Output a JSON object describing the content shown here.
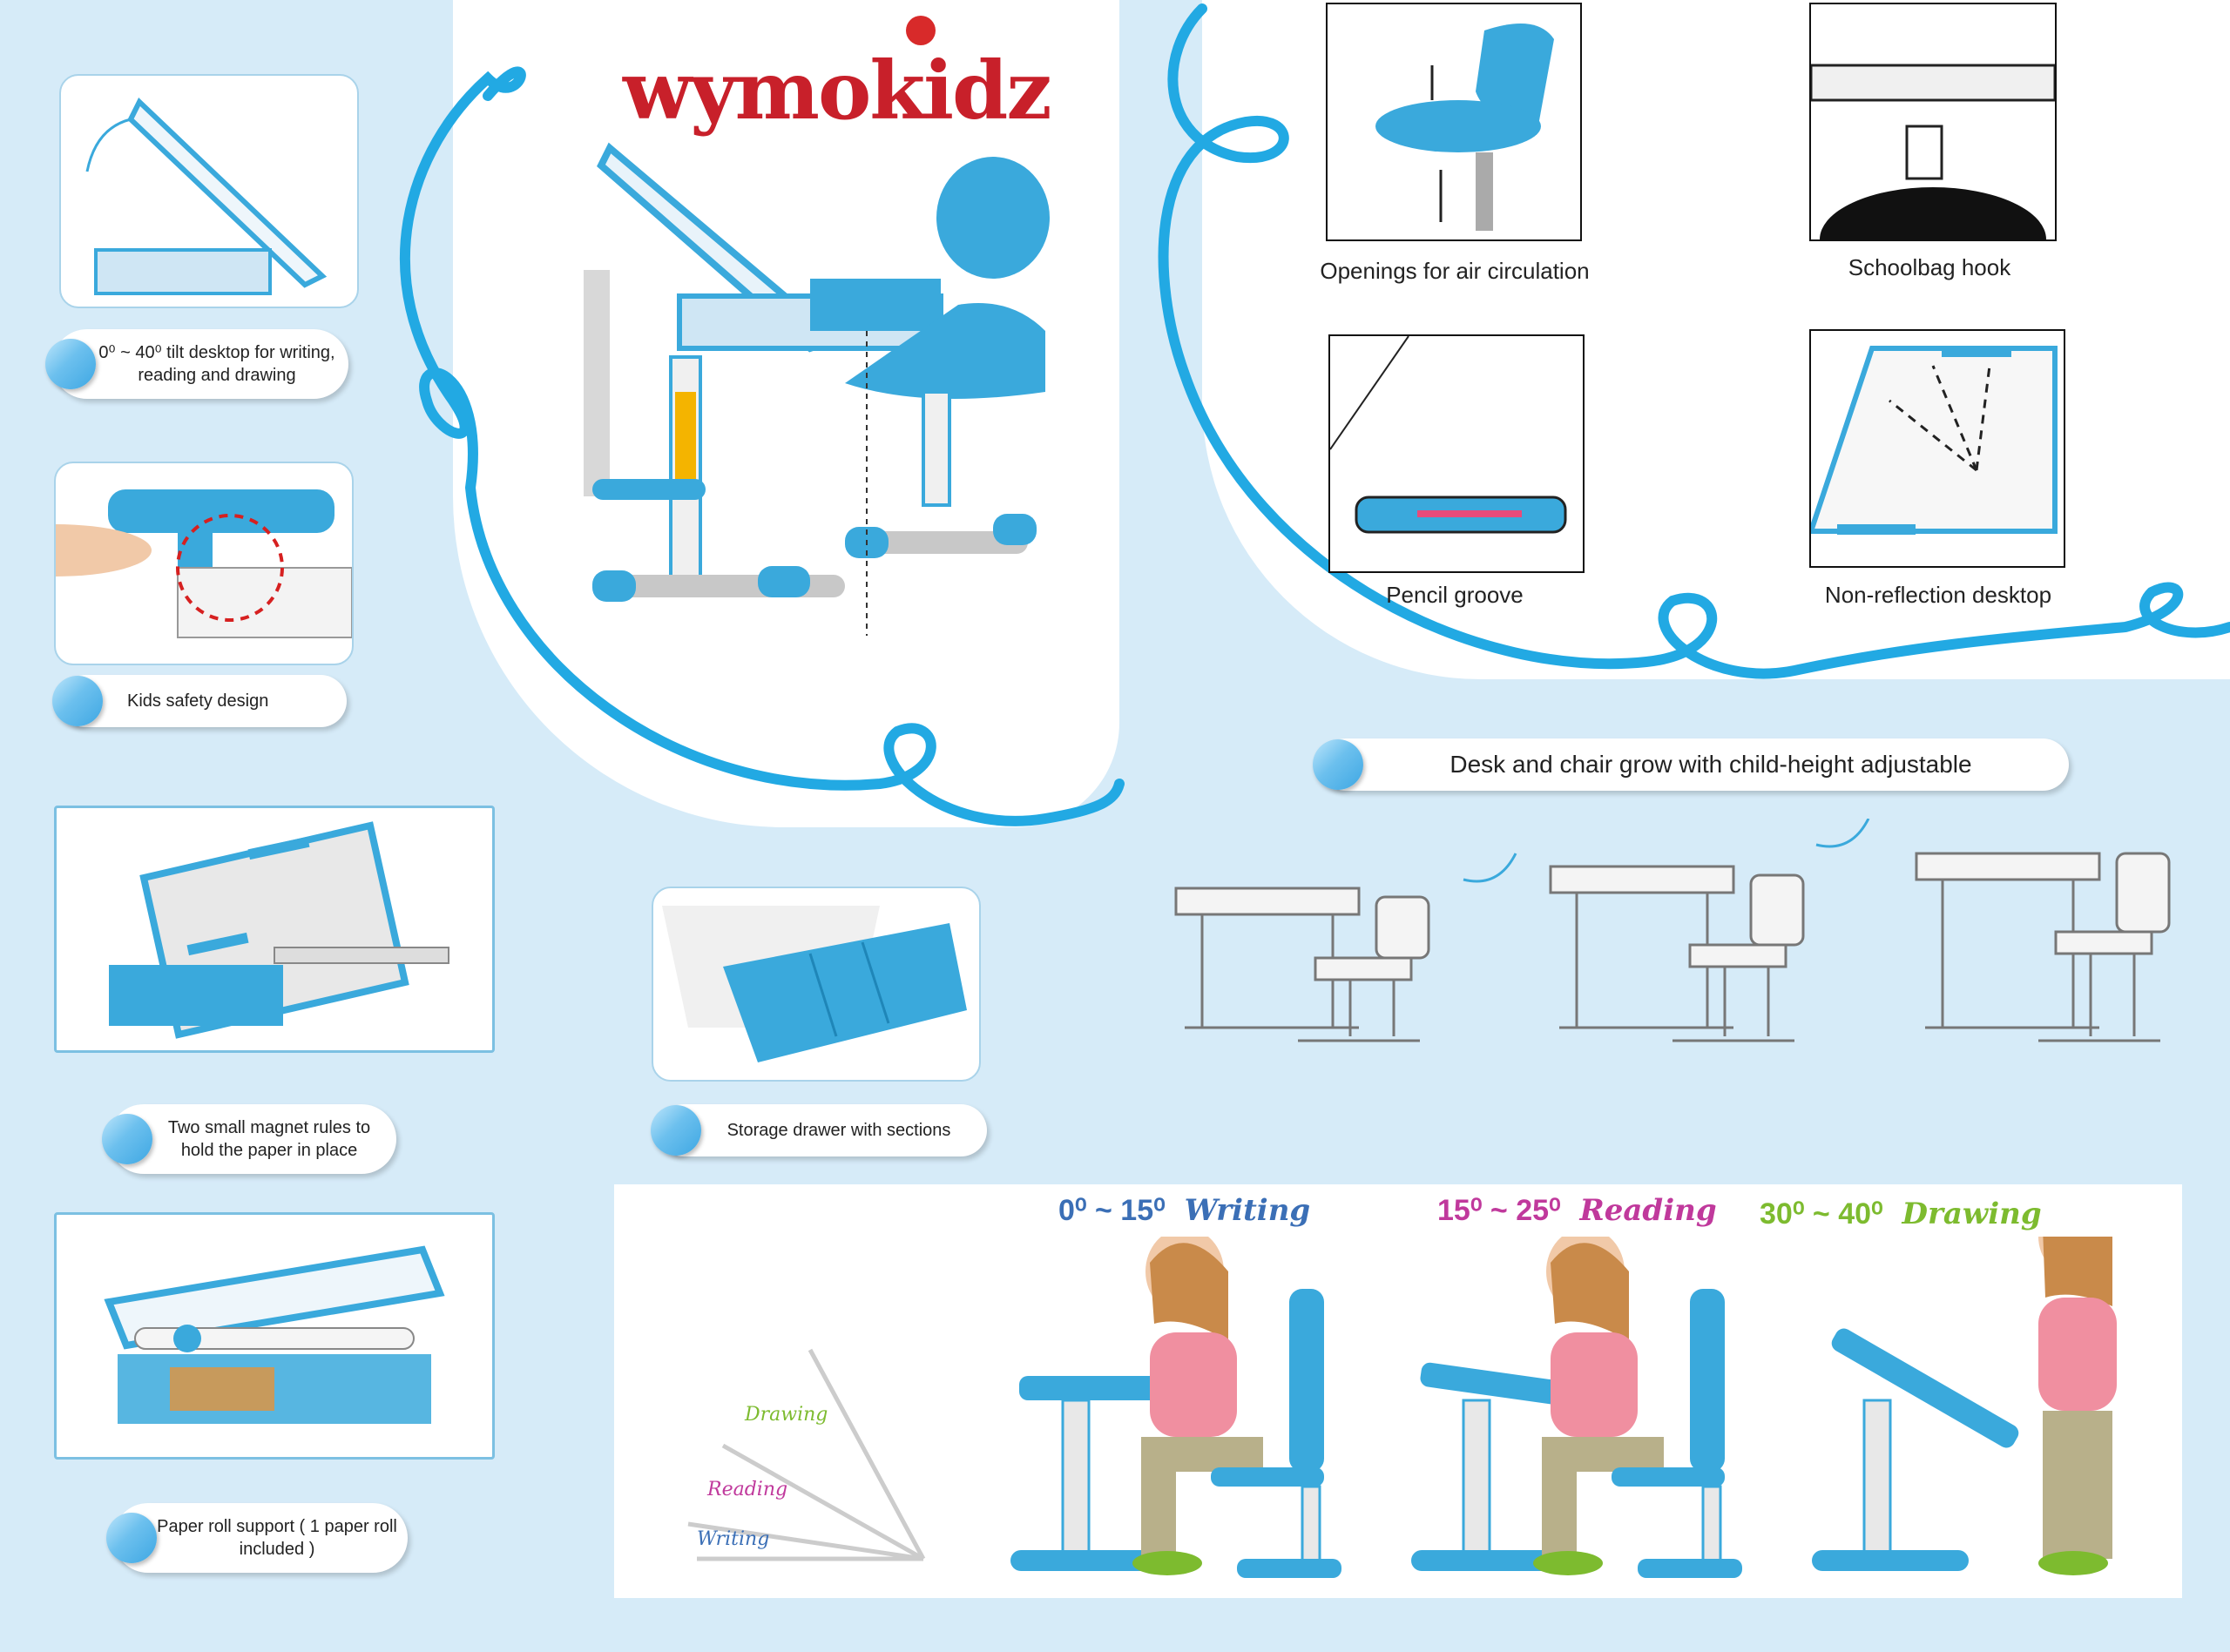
{
  "brand": {
    "logo_text": "wymokidz"
  },
  "left_features": [
    {
      "caption": "0⁰ ~ 40⁰ tilt desktop for writing, reading and drawing"
    },
    {
      "caption": "Kids safety design"
    },
    {
      "caption": "Two small magnet rules to hold the paper in place"
    },
    {
      "caption": "Paper roll support ( 1 paper roll included )"
    }
  ],
  "middle_features": [
    {
      "caption": "Storage drawer with sections"
    }
  ],
  "right_features": [
    {
      "caption": "Openings for air circulation",
      "icon": "chair-icon"
    },
    {
      "caption": "Schoolbag hook",
      "icon": "hook-icon"
    },
    {
      "caption": "Pencil groove",
      "icon": "pencil-groove-icon"
    },
    {
      "caption": "Non-reflection desktop",
      "icon": "desktop-icon"
    }
  ],
  "height_banner": {
    "caption": "Desk and chair grow with child-height adjustable"
  },
  "angle_modes": [
    {
      "range": "0⁰ ~ 15⁰",
      "mode": "Writing",
      "color": "#3b6fb6"
    },
    {
      "range": "15⁰ ~ 25⁰",
      "mode": "Reading",
      "color": "#c0399c"
    },
    {
      "range": "30⁰ ~ 40⁰",
      "mode": "Drawing",
      "color": "#7dbb2f"
    }
  ],
  "angle_fan_labels": [
    "Drawing",
    "Reading",
    "Writing"
  ],
  "colors": {
    "accent": "#3ea7e3",
    "background": "#d6ebf8",
    "desk_blue": "#3aa9dc"
  }
}
